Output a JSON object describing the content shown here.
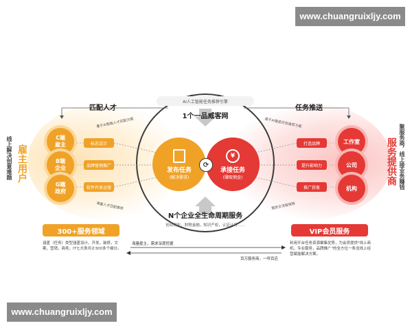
{
  "watermark_top": "www.chuangruixljy.com",
  "watermark_bottom": "www.chuangruixljy.com",
  "ai_caption": "AI人工智能任务推荐引擎",
  "top_title": "1个一品威客网",
  "bottom_title": "N个企业全生命周期服务",
  "bottom_items": "创业孵化，财税金融，知识产权，认证认可……",
  "left_header": "匹配人才",
  "right_header": "任务推送",
  "left_vertical_title": "雇主用户",
  "left_vertical_sub": "线上解决创意难题",
  "right_vertical_title": "服务提供商",
  "right_vertical_sub": "聚服务商，线上接业务赚钱",
  "left_circles": [
    {
      "label": "C端\n雇主"
    },
    {
      "label": "B端\n企业"
    },
    {
      "label": "G端\n政府"
    }
  ],
  "right_circles": [
    {
      "label": "工作室"
    },
    {
      "label": "公司"
    },
    {
      "label": "机构"
    }
  ],
  "left_boxes": [
    "标志设计",
    "品牌营销推广",
    "软件开发运营"
  ],
  "right_boxes": [
    "打造品牌",
    "提升影响力",
    "推广获客"
  ],
  "center_left": {
    "title": "发布任务",
    "sub": "(解决需求)"
  },
  "center_right": {
    "title": "承接任务",
    "sub": "(赚取佣金)"
  },
  "left_pill": "300+服务领域",
  "right_pill": "VIP会员服务",
  "left_desc": "涵盖（任务）类型涵盖设计，开发，装修，文案，营销，商务，IT七大类共计300多个细分。",
  "right_desc": "利用平台任务资源聚集优势，为会员提供\"线上商机，专业服务，品牌推广\"的全方位一条龙线上经营赋能解决方案。",
  "mid_left_caption": "海量雇主，需求深度挖掘",
  "mid_right_caption": "百万服务商，一呼百应",
  "left_top_small": "基于AI智能人才匹配方案",
  "right_top_small": "基于AI智能任务推荐方案",
  "left_bottom_small": "海量人才匹配推荐",
  "right_bottom_small": "服务全流程保障",
  "colors": {
    "orange": "#f0a227",
    "orange_dark": "#e8891c",
    "red": "#e53935",
    "red_dark": "#d32f2f",
    "ring": "#333333"
  }
}
